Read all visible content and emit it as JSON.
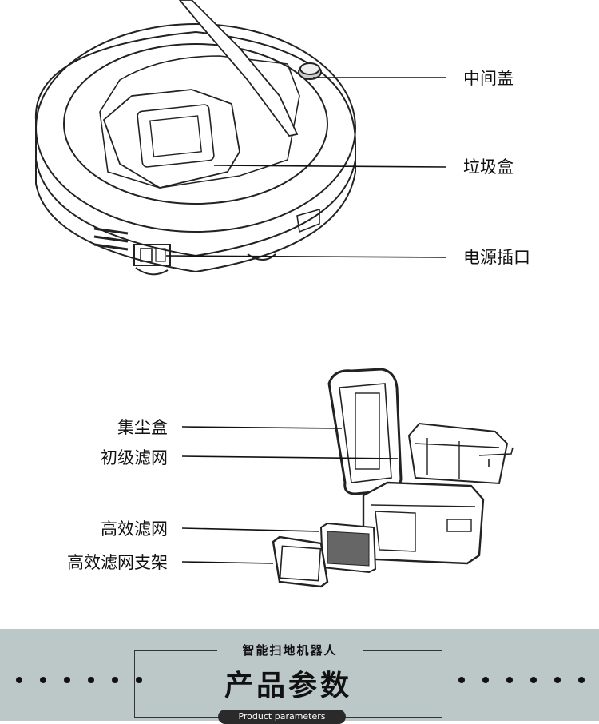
{
  "top_diagram": {
    "labels": [
      "中间盖",
      "垃圾盒",
      "电源插口"
    ]
  },
  "bottom_diagram": {
    "labels": [
      "集尘盒",
      "初级滤网",
      "高效滤网",
      "高效滤网支架"
    ]
  },
  "footer": {
    "subtitle": "智能扫地机器人",
    "title": "产品参数",
    "english": "Product parameters"
  }
}
